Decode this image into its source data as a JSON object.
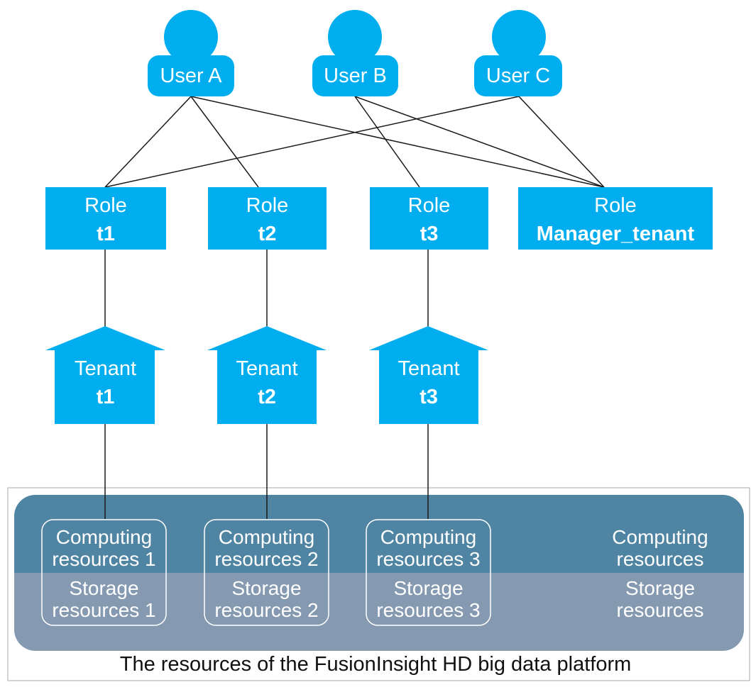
{
  "colors": {
    "node_fill": "#00aeef",
    "computing_band": "#4f84a2",
    "storage_band": "#8599b0",
    "line": "#1a1a1a"
  },
  "users": [
    {
      "label": "User A",
      "icon": "user-icon"
    },
    {
      "label": "User B",
      "icon": "user-icon"
    },
    {
      "label": "User C",
      "icon": "user-icon"
    }
  ],
  "roles": [
    {
      "line1": "Role",
      "line2": "t1"
    },
    {
      "line1": "Role",
      "line2": "t2"
    },
    {
      "line1": "Role",
      "line2": "t3"
    },
    {
      "line1": "Role",
      "line2": "Manager_tenant"
    }
  ],
  "tenants": [
    {
      "line1": "Tenant",
      "line2": "t1"
    },
    {
      "line1": "Tenant",
      "line2": "t2"
    },
    {
      "line1": "Tenant",
      "line2": "t3"
    }
  ],
  "resources": [
    {
      "computing": [
        "Computing",
        "resources 1"
      ],
      "storage": [
        "Storage",
        "resources 1"
      ]
    },
    {
      "computing": [
        "Computing",
        "resources 2"
      ],
      "storage": [
        "Storage",
        "resources 2"
      ]
    },
    {
      "computing": [
        "Computing",
        "resources 3"
      ],
      "storage": [
        "Storage",
        "resources 3"
      ]
    },
    {
      "computing": [
        "Computing",
        "resources"
      ],
      "storage": [
        "Storage",
        "resources"
      ]
    }
  ],
  "edges": [
    {
      "from": "User A",
      "to": "Role t1"
    },
    {
      "from": "User A",
      "to": "Role t2"
    },
    {
      "from": "User A",
      "to": "Role Manager_tenant"
    },
    {
      "from": "User B",
      "to": "Role t3"
    },
    {
      "from": "User B",
      "to": "Role Manager_tenant"
    },
    {
      "from": "User C",
      "to": "Role t1"
    },
    {
      "from": "User C",
      "to": "Role Manager_tenant"
    }
  ],
  "caption": "The resources of the FusionInsight HD big data platform"
}
